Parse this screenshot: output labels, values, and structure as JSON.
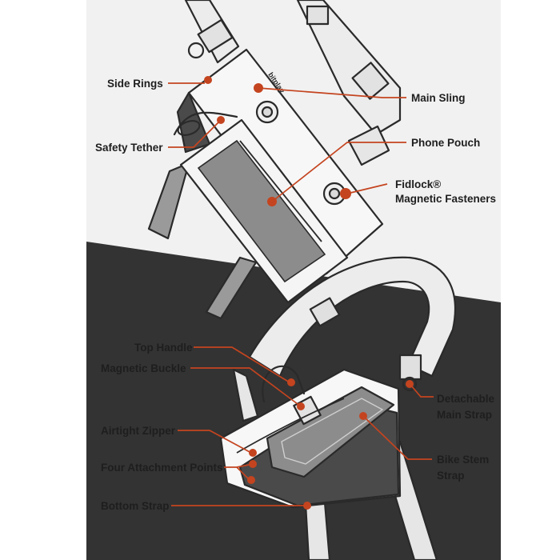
{
  "brand_mark": "bitplay",
  "colors": {
    "accent": "#c4441f",
    "top_background": "#f1f1f1",
    "bottom_background": "#333333",
    "ink": "#2a2a2a",
    "body_light": "#f7f7f7",
    "body_grey": "#8c8c8c",
    "strap": "#e8e8e8"
  },
  "top_view": {
    "labels": [
      {
        "id": "side-rings",
        "text": "Side Rings"
      },
      {
        "id": "safety-tether",
        "text": "Safety Tether"
      },
      {
        "id": "main-sling",
        "text": "Main Sling"
      },
      {
        "id": "phone-pouch",
        "text": "Phone Pouch"
      },
      {
        "id": "fidlock-fasteners",
        "lines": [
          "Fidlock®",
          "Magnetic Fasteners"
        ]
      }
    ]
  },
  "bottom_view": {
    "labels": [
      {
        "id": "top-handle",
        "text": "Top Handle"
      },
      {
        "id": "magnetic-buckle",
        "text": "Magnetic Buckle"
      },
      {
        "id": "airtight-zipper",
        "text": "Airtight Zipper"
      },
      {
        "id": "four-attachment-points",
        "text": "Four Attachment Points"
      },
      {
        "id": "bottom-strap",
        "text": "Bottom Strap"
      },
      {
        "id": "detachable-main-strap",
        "lines": [
          "Detachable",
          "Main Strap"
        ]
      },
      {
        "id": "bike-stem-strap",
        "lines": [
          "Bike Stem",
          "Strap"
        ]
      }
    ]
  }
}
